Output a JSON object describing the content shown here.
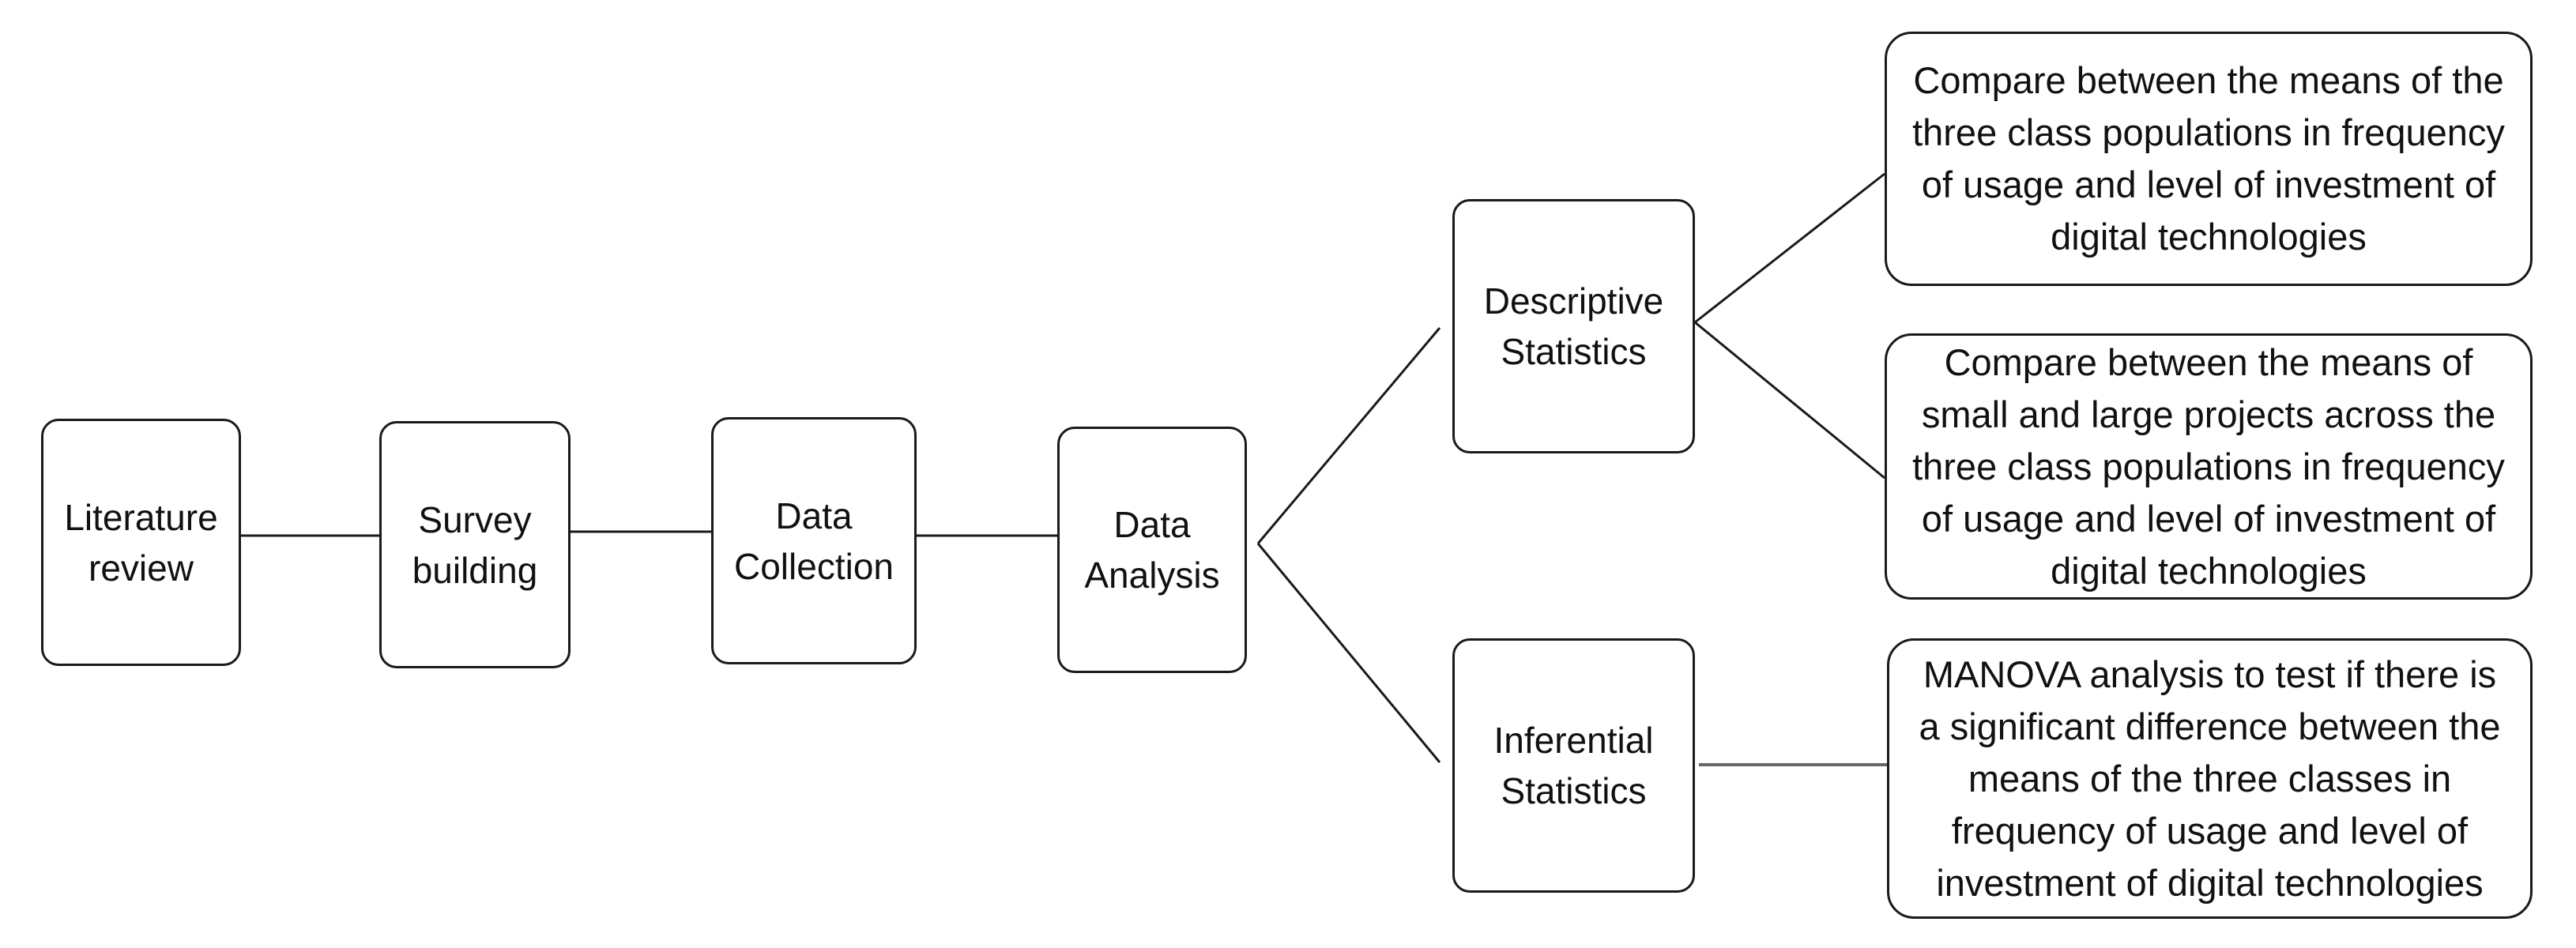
{
  "diagram": {
    "nodes": {
      "literature_review": "Literature\nreview",
      "survey_building": "Survey\nbuilding",
      "data_collection": "Data\nCollection",
      "data_analysis": "Data\nAnalysis",
      "descriptive_statistics": "Descriptive\nStatistics",
      "inferential_statistics": "Inferential\nStatistics",
      "compare_class_means": "Compare between the means of the\nthree class populations in frequency\nof usage and level of investment of\ndigital technologies",
      "compare_project_means": "Compare between the means of\nsmall and large projects across the\nthree class populations in frequency\nof usage and level of investment of\ndigital technologies",
      "manova_analysis": "MANOVA analysis to test if there is\na significant difference between the\nmeans of the three classes in\nfrequency of usage and level of\ninvestment of digital technologies"
    },
    "colors": {
      "line": "#1a1a1a",
      "line_grey": "#666666",
      "border": "#1a1a1a"
    }
  }
}
